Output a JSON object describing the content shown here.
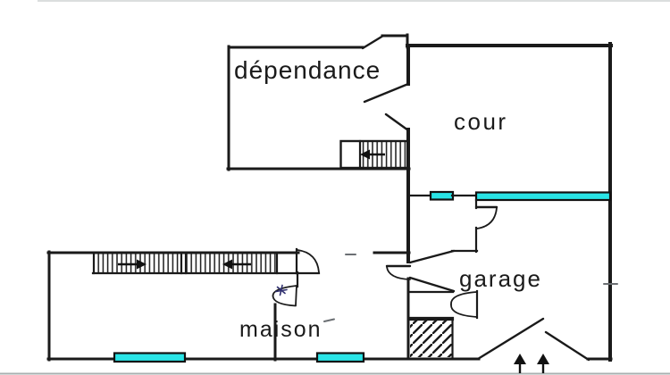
{
  "diagram": {
    "type": "floor-plan",
    "rooms": {
      "dependance": {
        "label": "dépendance"
      },
      "cour": {
        "label": "cour"
      },
      "garage": {
        "label": "garage"
      },
      "maison": {
        "label": "maison"
      }
    },
    "features": {
      "windows": [
        "maison-south-window-left",
        "maison-south-window-right",
        "cour-boundary-small-window",
        "cour-boundary-long-glazing"
      ],
      "stairs": [
        "dependance-stair-arrow-left",
        "maison-stair-flight-1-arrow-right",
        "maison-stair-flight-2-arrow-left"
      ],
      "doors": [
        "dependance-top-open-door",
        "dependance-east-double-leaf-door",
        "vestibule-east-swing-door",
        "hall-west-swing-door",
        "hall-double-leaf-open-door",
        "maison-landing-swing-door",
        "maison-interior-double-swing-door",
        "garage-double-swing-door",
        "garage-open-gate"
      ],
      "entrance_arrows": 2,
      "hatched_area": "garage-ramp"
    },
    "colors": {
      "wall": "#1a1a1a",
      "glazing": "#29e4e6",
      "background": "#ffffff",
      "star_mark": "#2e2e6e"
    }
  }
}
